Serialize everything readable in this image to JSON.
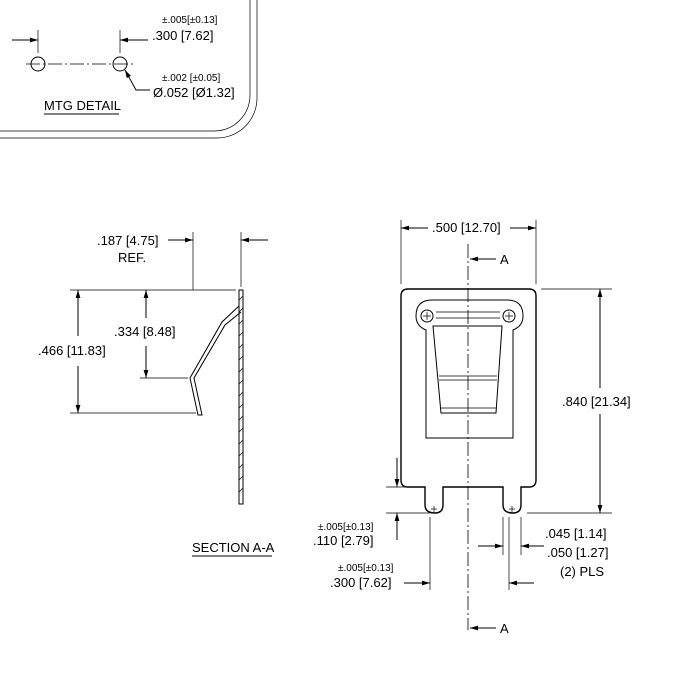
{
  "mtg_detail": {
    "title": "MTG DETAIL",
    "spacing_tol": "±.005[±0.13]",
    "spacing": ".300 [7.62]",
    "hole_tol": "±.002 [±0.05]",
    "hole_dia": "Ø.052 [Ø1.32]"
  },
  "section_view": {
    "title": "SECTION A-A",
    "depth_dim": ".187 [4.75]",
    "depth_note": "REF.",
    "height_dim": ".466 [11.83]",
    "bend_dim": ".334 [8.48]"
  },
  "front_view": {
    "width_dim": ".500 [12.70]",
    "section_label_top": "A",
    "section_label_bottom": "A",
    "height_dim": ".840 [21.34]",
    "pin_len_tol": "±.005[±0.13]",
    "pin_len": ".110 [2.79]",
    "pin_spacing_tol": "±.005[±0.13]",
    "pin_spacing": ".300 [7.62]",
    "pin_width_1": ".045 [1.14]",
    "pin_width_2": ".050 [1.27]",
    "pin_qty": "(2) PLS"
  }
}
